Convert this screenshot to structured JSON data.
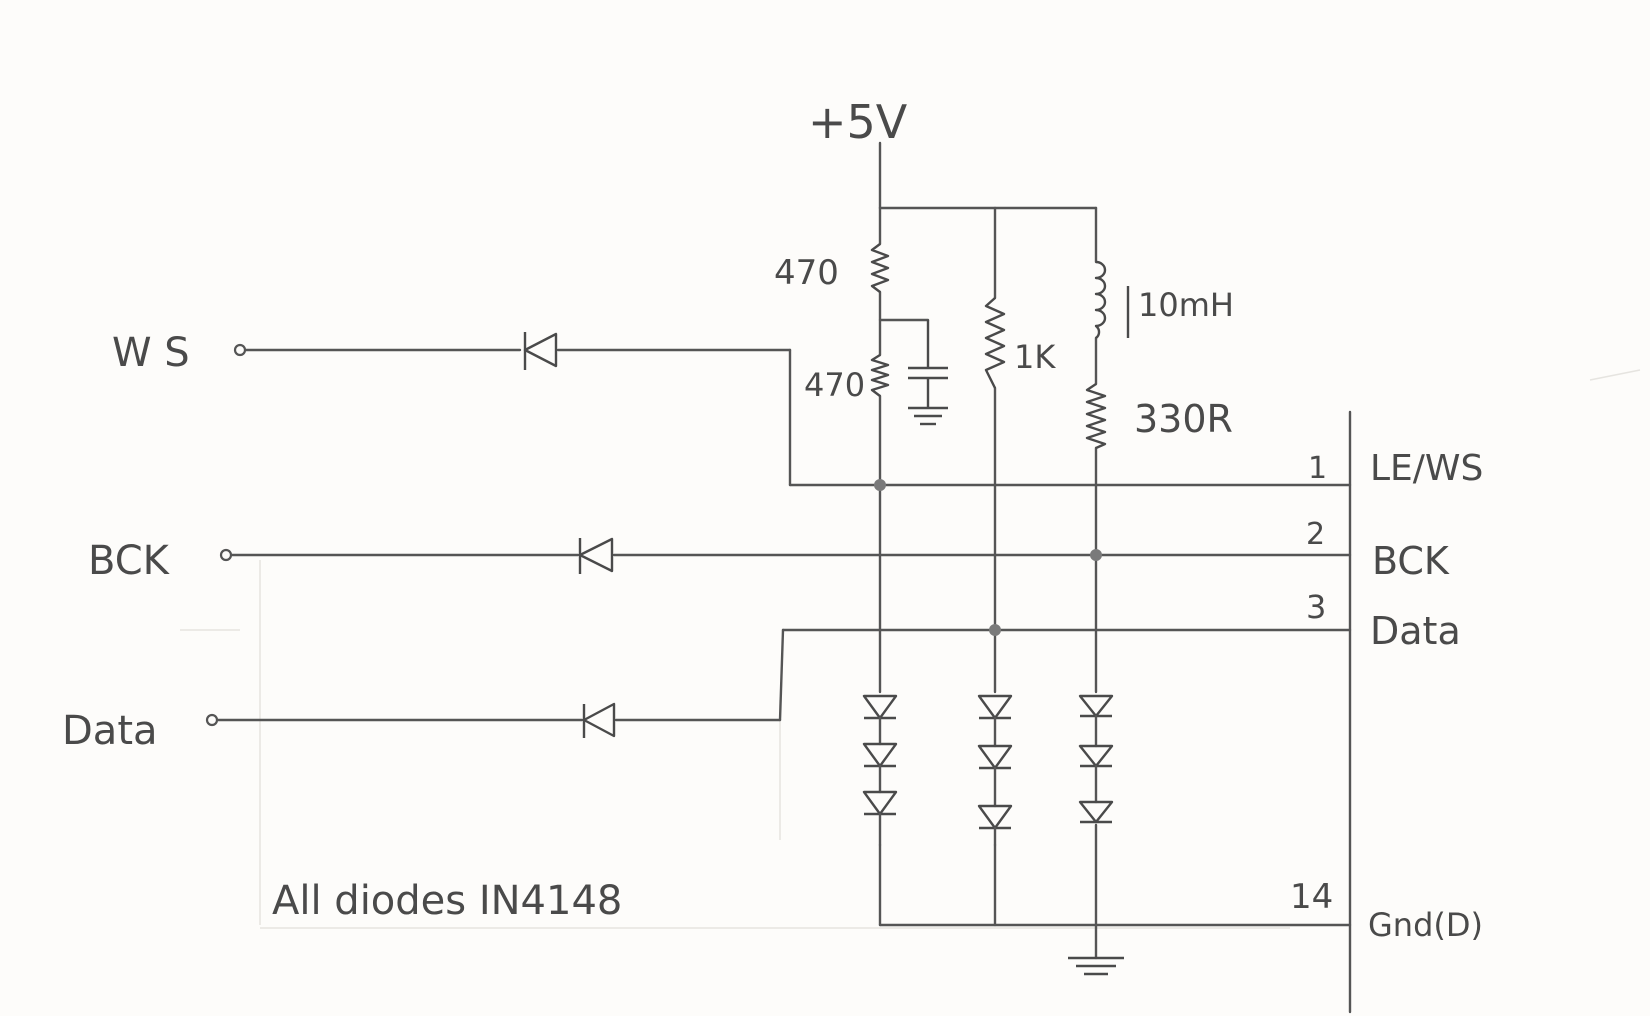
{
  "supply": "+5V",
  "inputs": {
    "ws": "W S",
    "bck": "BCK",
    "data": "Data"
  },
  "resistors": {
    "r1": "470",
    "r2": "470",
    "r3": "1K",
    "r4": "330R"
  },
  "inductor": "10mH",
  "connector": {
    "pin1": {
      "num": "1",
      "name": "LE/WS"
    },
    "pin2": {
      "num": "2",
      "name": "BCK"
    },
    "pin3": {
      "num": "3",
      "name": "Data"
    },
    "pin14": {
      "num": "14",
      "name": "Gnd(D)"
    }
  },
  "note": "All diodes IN4148"
}
